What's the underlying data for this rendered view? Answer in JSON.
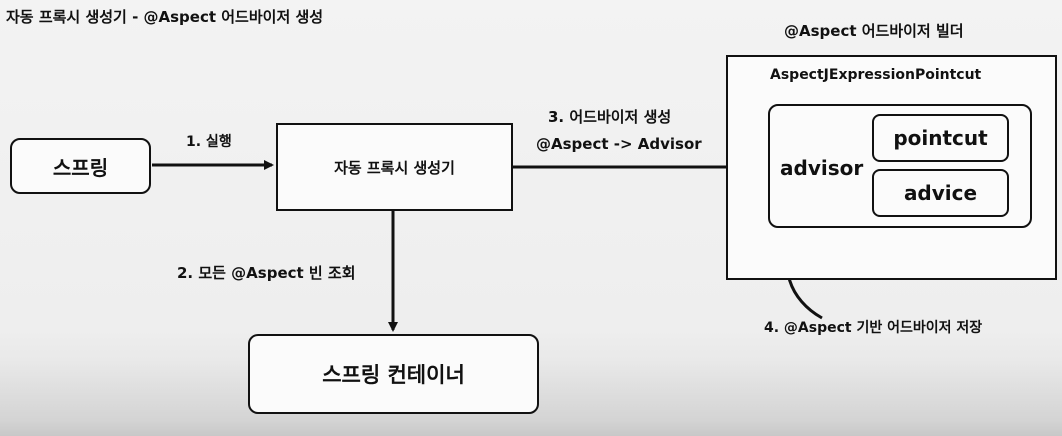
{
  "title": "자동 프록시 생성기 - @Aspect 어드바이저 생성",
  "nodes": {
    "spring": "스프링",
    "proxy_creator": "자동 프록시 생성기",
    "container": "스프링 컨테이너",
    "builder_title": "@Aspect 어드바이저 빌더",
    "pointcut_class": "AspectJExpressionPointcut",
    "advisor": "advisor",
    "pointcut": "pointcut",
    "advice": "advice"
  },
  "edges": {
    "step1": "1. 실행",
    "step2": "2. 모든 @Aspect 빈 조회",
    "step3_line1": "3. 어드바이저 생성",
    "step3_line2": "@Aspect -> Advisor",
    "step4": "4. @Aspect 기반 어드바이저 저장"
  }
}
